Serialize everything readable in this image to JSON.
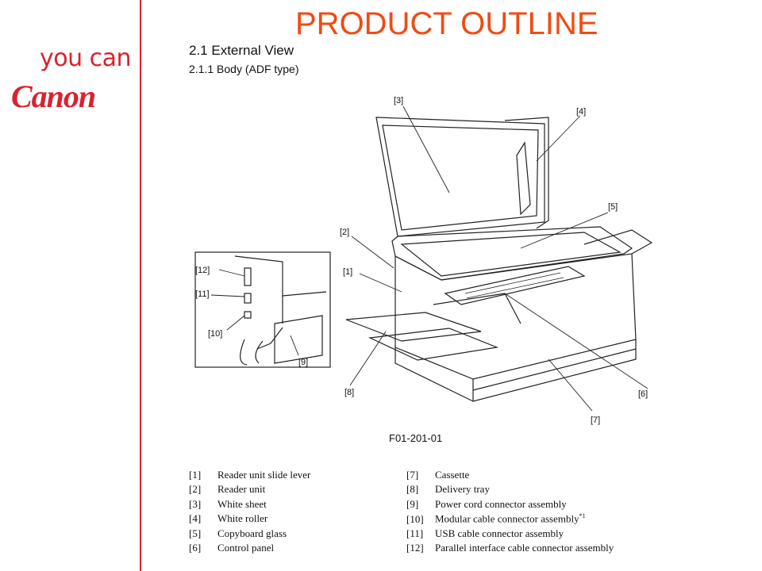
{
  "brand": {
    "tagline": "you can",
    "logo": "Canon",
    "accent_color": "#d9232e",
    "title_color": "#f04b14"
  },
  "slide": {
    "title": "PRODUCT OUTLINE",
    "section": "2.1 External View",
    "subsection": "2.1.1 Body (ADF type)",
    "figure_caption": "F01-201-01"
  },
  "figure": {
    "callouts": [
      "[1]",
      "[2]",
      "[3]",
      "[4]",
      "[5]",
      "[6]",
      "[7]",
      "[8]",
      "[9]",
      "[10]",
      "[11]",
      "[12]"
    ]
  },
  "legend": {
    "left": [
      {
        "num": "[1]",
        "label": "Reader unit slide lever"
      },
      {
        "num": "[2]",
        "label": "Reader unit"
      },
      {
        "num": "[3]",
        "label": "White sheet"
      },
      {
        "num": "[4]",
        "label": "White roller"
      },
      {
        "num": "[5]",
        "label": "Copyboard glass"
      },
      {
        "num": "[6]",
        "label": "Control panel"
      }
    ],
    "right": [
      {
        "num": "[7]",
        "label": "Cassette"
      },
      {
        "num": "[8]",
        "label": "Delivery tray"
      },
      {
        "num": "[9]",
        "label": "Power cord connector assembly"
      },
      {
        "num": "[10]",
        "label": "Modular cable connector assembly",
        "note": "*1"
      },
      {
        "num": "[11]",
        "label": "USB cable connector assembly"
      },
      {
        "num": "[12]",
        "label": "Parallel interface cable connector assembly"
      }
    ]
  }
}
